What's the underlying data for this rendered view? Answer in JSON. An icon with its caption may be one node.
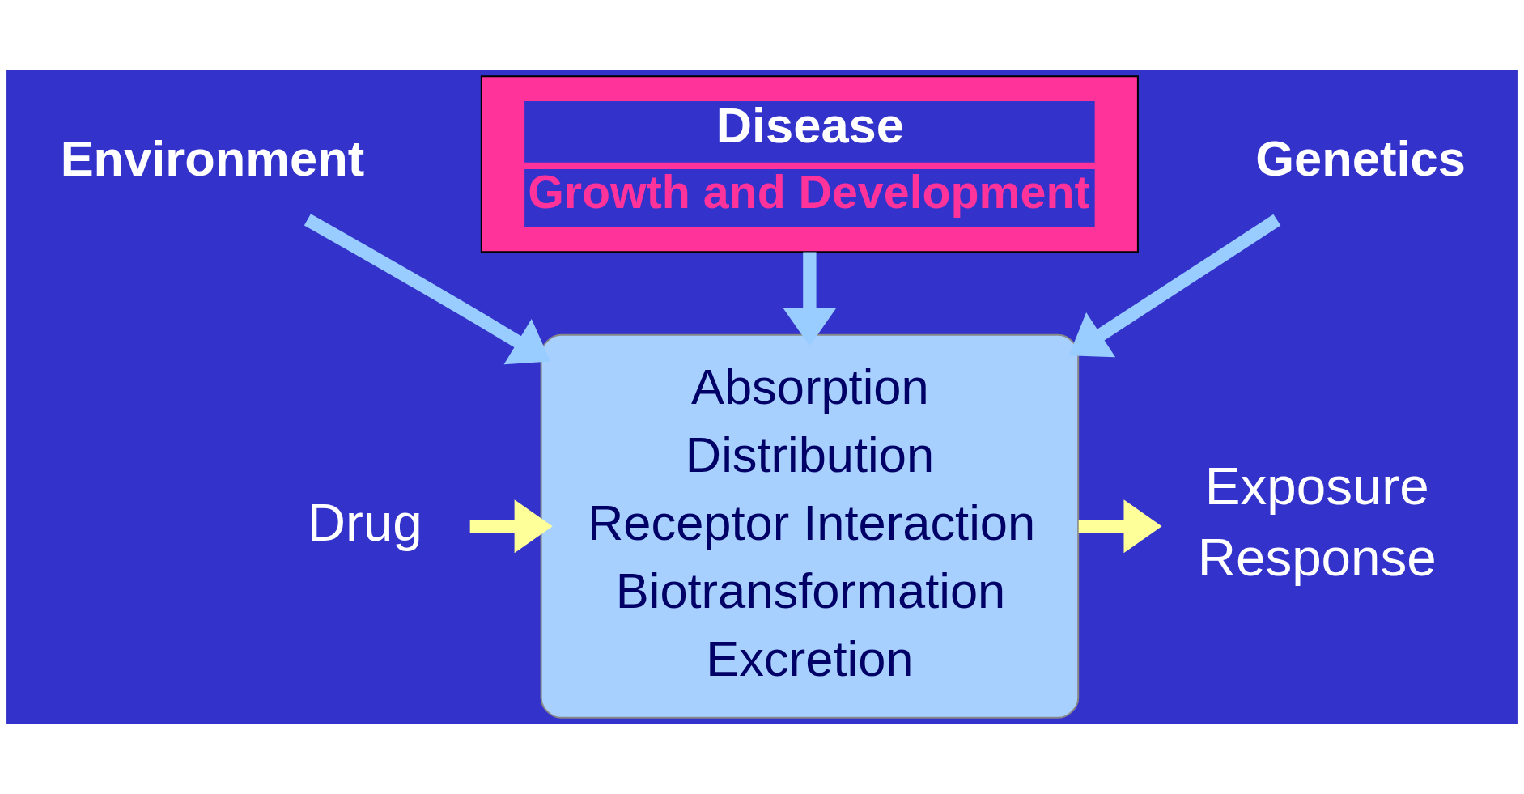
{
  "diagram": {
    "nodes": [
      {
        "text": [
          "Disease",
          "Growth and Development"
        ]
      },
      {
        "text": [
          "Environment"
        ]
      },
      {
        "text": [
          "Genetics"
        ]
      },
      {
        "text": [
          "Absorption",
          "Distribution",
          "Receptor Interaction",
          "Biotransformation",
          "Excretion"
        ]
      },
      {
        "text": [
          "Drug"
        ]
      },
      {
        "text": [
          "Exposure",
          "Response"
        ]
      }
    ],
    "edges": [
      {
        "from": 1,
        "to": 3,
        "arrow": "to"
      },
      {
        "from": 0,
        "to": 3,
        "arrow": "to"
      },
      {
        "from": 2,
        "to": 3,
        "arrow": "to"
      },
      {
        "from": 4,
        "to": 3,
        "arrow": "to",
        "color": "#ffff99"
      },
      {
        "from": 3,
        "to": 5,
        "arrow": "to",
        "color": "#ffff99"
      }
    ]
  }
}
